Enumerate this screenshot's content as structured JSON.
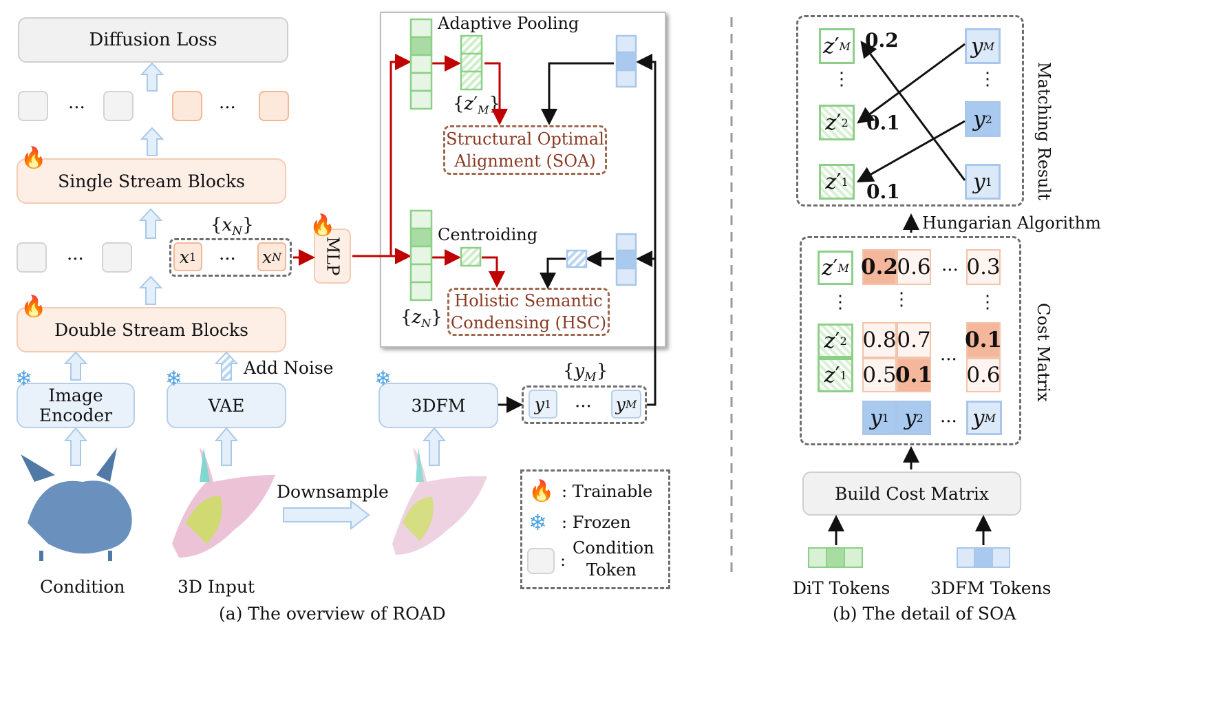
{
  "left": {
    "diffusion_loss": "Diffusion Loss",
    "single_stream": "Single Stream Blocks",
    "double_stream": "Double Stream Blocks",
    "image_encoder": "Image Encoder",
    "vae": "VAE",
    "add_noise": "Add Noise",
    "mlp": "MLP",
    "fm3d": "3DFM",
    "downsample": "Downsample",
    "condition": "Condition",
    "input3d": "3D Input",
    "ellipsis": "...",
    "xN_set": "{x_N}",
    "x1": "x",
    "x1_sub": "1",
    "xN": "x",
    "xN_sub": "N",
    "yM_set": "{y_M}",
    "y1": "y",
    "y1_sub": "1",
    "yM": "y",
    "yM_sub": "M",
    "caption": "(a) The overview of ROAD"
  },
  "inset": {
    "adaptive_pooling": "Adaptive Pooling",
    "centroiding": "Centroiding",
    "zM_prime_set": "{z′_M}",
    "zN_set": "{z_N}",
    "soa_line1": "Structural Optimal",
    "soa_line2": "Alignment (SOA)",
    "hsc_line1": "Holistic Semantic",
    "hsc_line2": "Condensing (HSC)"
  },
  "legend": {
    "trainable": ": Trainable",
    "frozen": ":  Frozen",
    "colon": ":",
    "condition_l1": "Condition",
    "condition_l2": "Token"
  },
  "right": {
    "matching_result": "Matching Result",
    "cost_matrix": "Cost Matrix",
    "hungarian": "Hungarian Algorithm",
    "build_cost": "Build Cost Matrix",
    "dit_tokens": "DiT Tokens",
    "fm_tokens": "3DFM Tokens",
    "caption": "(b) The detail of SOA",
    "matching_scores": [
      "0.2",
      "0.1",
      "0.1"
    ],
    "cost_top": [
      "0.2",
      "0.6",
      "0.3"
    ],
    "cost_mid1": [
      "0.8",
      "0.7",
      "0.1"
    ],
    "cost_mid2": [
      "0.5",
      "0.1",
      "0.6"
    ],
    "vdots": "⋮"
  },
  "colors": {
    "pink_fill": "#fdeee6",
    "blue_fill": "#e9f2fb",
    "green_border": "#8ccf86",
    "blue_token": "#a9c9ef",
    "red_arrow": "#c00000",
    "hsc_text": "#8a3a22"
  }
}
